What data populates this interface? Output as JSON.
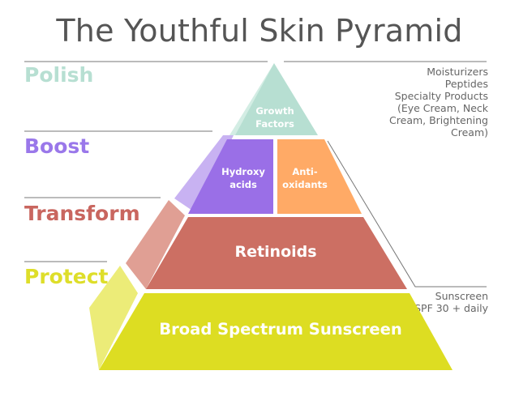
{
  "title": "The Youthful Skin Pyramid",
  "levels": [
    {
      "label": "Polish",
      "color": "#b7dfd2"
    },
    {
      "label": "Boost",
      "color": "#9a78ea"
    },
    {
      "label": "Transform",
      "color": "#c9665f"
    },
    {
      "label": "Protect",
      "color": "#dede2a"
    }
  ],
  "tiers": {
    "growth_factors": {
      "line1": "Growth",
      "line2": "Factors"
    },
    "hydroxy_acids": {
      "line1": "Hydroxy",
      "line2": "acids"
    },
    "antioxidants": {
      "line1": "Anti-",
      "line2": "oxidants"
    },
    "retinoids": "Retinoids",
    "sunscreen": "Broad Spectrum Sunscreen"
  },
  "notes": {
    "polish": [
      "Moisturizers",
      "Peptides",
      "Specialty Products",
      "(Eye Cream, Neck",
      "Cream, Brightening",
      "Cream)"
    ],
    "protect": [
      "Sunscreen",
      "SPF 30 + daily"
    ]
  },
  "colors": {
    "polish_face": "#b7dfd2",
    "polish_side": "#d3ede4",
    "hydroxy": "#9a6fe7",
    "antioxidant": "#ffaa66",
    "boost_side": "#c8b2f2",
    "retinoids": "#cc6f63",
    "transform_side": "#e09f94",
    "sunscreen": "#dddd22",
    "protect_side": "#ecec78"
  }
}
